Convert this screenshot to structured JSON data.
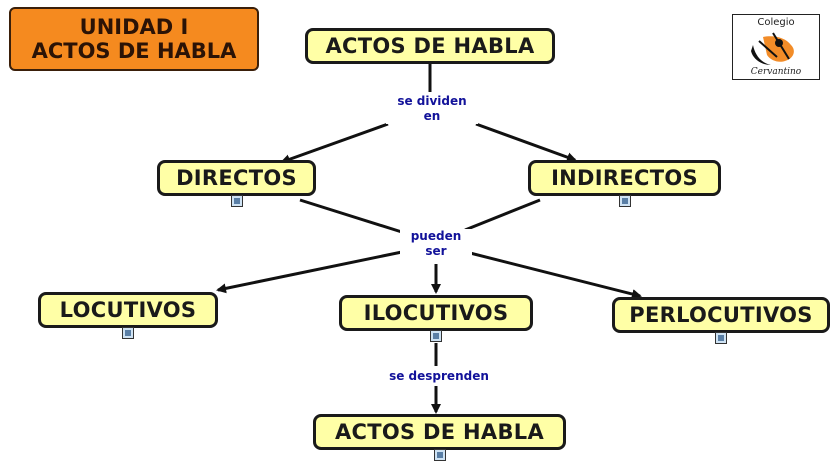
{
  "title": {
    "line1": "UNIDAD I",
    "line2": "ACTOS DE HABLA"
  },
  "logo": {
    "top_text": "Colegio",
    "bottom_text": "Cervantino"
  },
  "nodes": {
    "root": "ACTOS DE HABLA",
    "directos": "DIRECTOS",
    "indirectos": "INDIRECTOS",
    "locutivos": "LOCUTIVOS",
    "ilocutivos": "ILOCUTIVOS",
    "perlocutivos": "PERLOCUTIVOS",
    "bottom": "ACTOS DE HABLA"
  },
  "links": {
    "se_dividen_1": "se dividen",
    "se_dividen_2": "en",
    "pueden_1": "pueden",
    "pueden_2": "ser",
    "se_desprenden": "se desprenden"
  },
  "colors": {
    "node_fill": "#ffffa6",
    "title_fill": "#f58a1f",
    "link_text": "#12129a"
  }
}
